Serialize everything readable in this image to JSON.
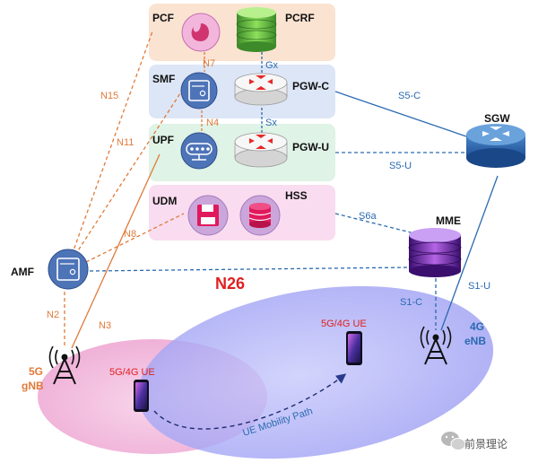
{
  "nodes": {
    "pcf": "PCF",
    "pcrf": "PCRF",
    "smf": "SMF",
    "pgw_c": "PGW-C",
    "upf": "UPF",
    "pgw_u": "PGW-U",
    "udm": "UDM",
    "hss": "HSS",
    "sgw": "SGW",
    "mme": "MME",
    "amf": "AMF",
    "gnb_line1": "5G",
    "gnb_line2": "gNB",
    "enb_line1": "4G",
    "enb_line2": "eNB",
    "ue_left": "5G/4G UE",
    "ue_right": "5G/4G UE"
  },
  "interfaces": {
    "n7": "N7",
    "gx": "Gx",
    "n4": "N4",
    "sx": "Sx",
    "n15": "N15",
    "n11": "N11",
    "n8": "N8",
    "n2": "N2",
    "n3": "N3",
    "s5c": "S5-C",
    "s5u": "S5-U",
    "s6a": "S6a",
    "s1c": "S1-C",
    "s1u": "S1-U",
    "n26": "N26"
  },
  "mobility_path": "UE Mobility Path",
  "watermark": "前景理论",
  "colors": {
    "orange": "#e07a3a",
    "blue": "#2a6ab0",
    "n26_red": "#e02020",
    "gnb_label": "#e07a3a",
    "enb_label": "#2a6ab0",
    "ue_label": "#e02020"
  }
}
